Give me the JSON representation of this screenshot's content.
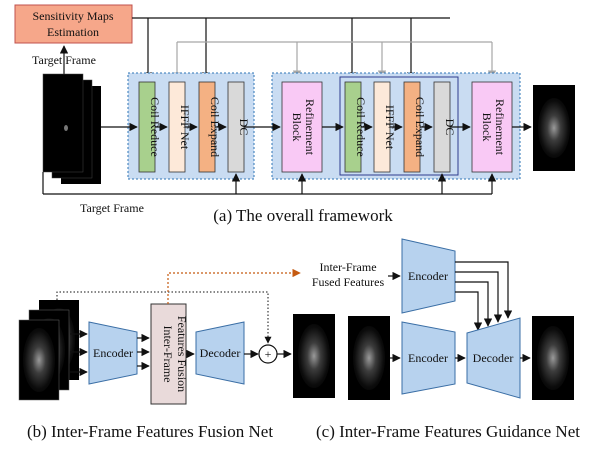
{
  "colors": {
    "sensitivity_fill": "#f6a78a",
    "coil_reduce_fill": "#a8d08d",
    "iffn_fill": "#fde9d9",
    "coil_expand_fill": "#f4b183",
    "dc_fill": "#d9d9d9",
    "refine_fill": "#f9c9f5",
    "panel_bg": "#c9dcf2",
    "panel_border": "#2e75b6",
    "net_fill": "#b7d2ee",
    "net_stroke": "#3a6ea5",
    "fusion_fill": "#e9dada",
    "guide_arrow": "#c55a11",
    "gray_arrow": "#a6a6a6"
  },
  "panel_a": {
    "sensitivity_label_line1": "Sensitivity Maps",
    "sensitivity_label_line2": "Estimation",
    "target_frame_top": "Target  Frame",
    "target_frame_bottom": "Target  Frame",
    "coil_reduce": "Coil Reduce",
    "iffn": "IFFF Net",
    "coil_expand": "Coil Expand",
    "dc": "DC",
    "refinement_line1": "Refinement",
    "refinement_line2": "Block",
    "caption": "(a) The overall framework"
  },
  "panel_b": {
    "encoder": "Encoder",
    "fusion_line1": "Inter-Frame",
    "fusion_line2": "Features Fusion",
    "decoder": "Decoder",
    "plus": "+",
    "caption": "(b) Inter-Frame Features Fusion Net"
  },
  "panel_c": {
    "fused_line1": "Inter-Frame",
    "fused_line2": "Fused Features",
    "encoder_top": "Encoder",
    "encoder_bottom": "Encoder",
    "decoder": "Decoder",
    "caption": "(c) Inter-Frame Features Guidance Net"
  }
}
